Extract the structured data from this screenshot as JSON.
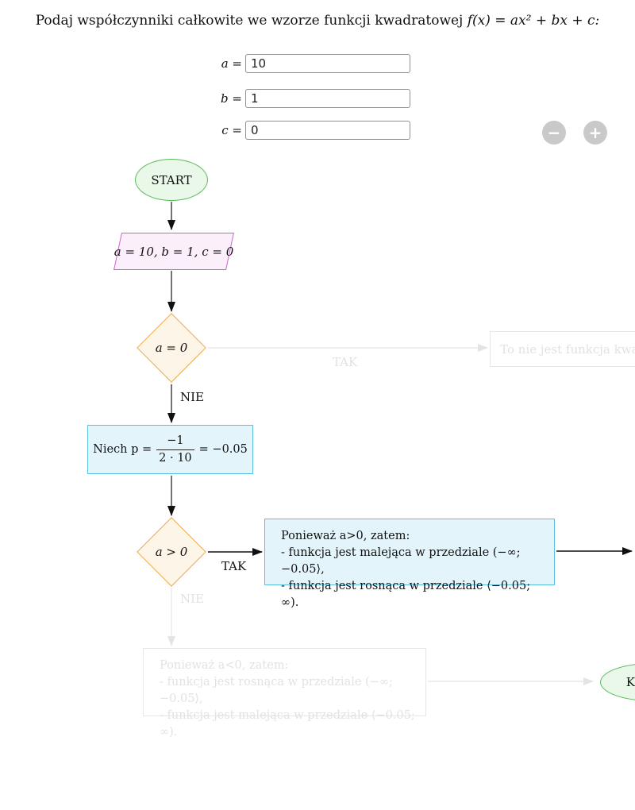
{
  "title": {
    "prefix": "Podaj współczynniki całkowite we wzorze funkcji kwadratowej ",
    "formula": "f(x) = ax² + bx + c:"
  },
  "inputs": {
    "a": {
      "label": "a =",
      "value": "10"
    },
    "b": {
      "label": "b =",
      "value": "1"
    },
    "c": {
      "label": "c =",
      "value": "0"
    }
  },
  "controls": {
    "minus_label": "−",
    "plus_label": "+"
  },
  "flowchart": {
    "start_label": "START",
    "init_label": "a = 10, b = 1, c = 0",
    "decision1_label": "a = 0",
    "decision1_yes": "TAK",
    "decision1_no": "NIE",
    "not_quadratic_label": "To nie jest funkcja kwadratowa.",
    "compute": {
      "prefix": "Niech p =",
      "numerator": "−1",
      "denominator": "2 · 10",
      "result": "= −0.05"
    },
    "decision2_label": "a > 0",
    "decision2_yes": "TAK",
    "decision2_no": "NIE",
    "positive_case": {
      "line1": "Ponieważ a>0, zatem:",
      "line2": "- funkcja jest malejąca w przedziale (−∞; −0.05⟩,",
      "line3": "- funkcja jest rosnąca w przedziale ⟨−0.05; ∞)."
    },
    "negative_case": {
      "line1": "Ponieważ a<0, zatem:",
      "line2": "- funkcja jest rosnąca w przedziale (−∞; −0.05⟩,",
      "line3": "- funkcja jest malejąca w przedziale ⟨−0.05; ∞)."
    },
    "end_label": "KONIEC"
  },
  "colors": {
    "terminal_border": "#5cb85c",
    "terminal_fill": "#e9f8e9",
    "io_border": "#c965c9",
    "io_fill": "#fbeffb",
    "decision_border": "#f0ad4e",
    "decision_fill": "#fdf5e7",
    "process_border": "#5bc0de",
    "process_fill": "#e3f4fb",
    "faded": "#e2e2e2",
    "button_gray": "#c9c9c9"
  }
}
